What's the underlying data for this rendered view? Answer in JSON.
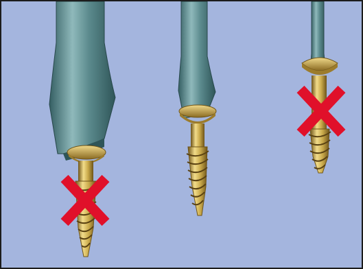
{
  "colors": {
    "background": "#a4b5de",
    "border": "#1c1c1c",
    "driver_shaft": "#5b8a8d",
    "driver_shadow": "#335f63",
    "driver_highlight": "#8fb9bb",
    "screw_gold": "#c9a94a",
    "screw_dark": "#7a5f1e",
    "screw_highlight": "#f2dc8a",
    "cross_mark": "#e0102a"
  },
  "icons": {
    "left_marker": "x-cross-icon",
    "right_marker": "x-cross-icon"
  },
  "screwdrivers": [
    {
      "id": "too-large",
      "fit": "incorrect"
    },
    {
      "id": "correct-size",
      "fit": "correct"
    },
    {
      "id": "too-small",
      "fit": "incorrect"
    }
  ]
}
